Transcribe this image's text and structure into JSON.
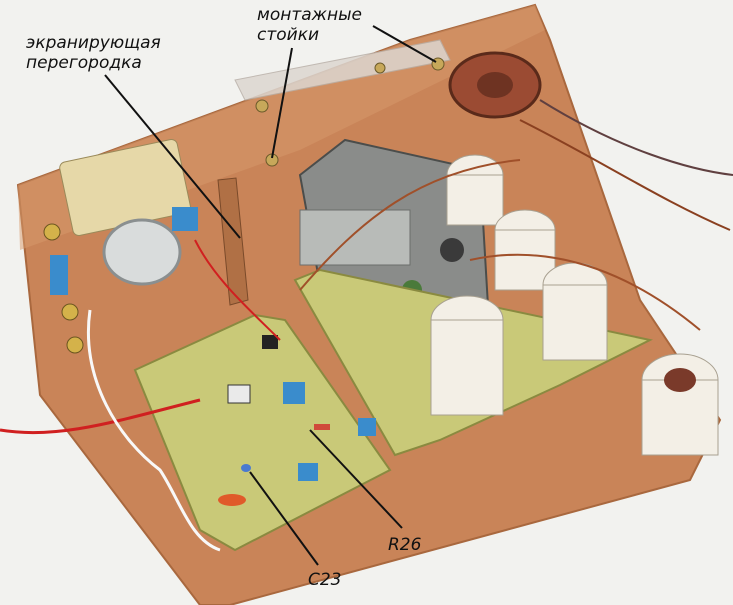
{
  "annotations": {
    "shield_label_line1": "экранирующая",
    "shield_label_line2": "перегородка",
    "standoffs_label_line1": "монтажные",
    "standoffs_label_line2": "стойки",
    "r26_label": "R26",
    "c23_label": "C23"
  },
  "colors": {
    "background": "#f2f2ef",
    "copper_board": "#c98458",
    "pcb": "#c9c978",
    "leader_line": "#111111"
  }
}
